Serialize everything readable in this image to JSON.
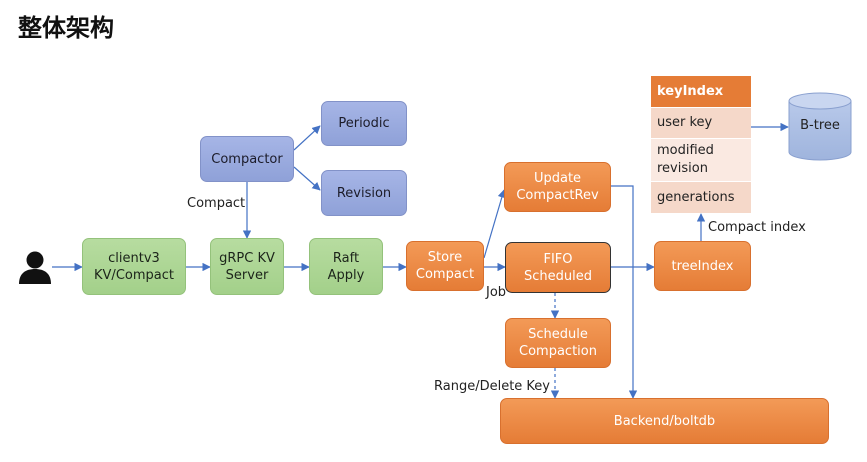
{
  "title": "整体架构",
  "nodes": {
    "compactor": "Compactor",
    "periodic": "Periodic",
    "revision": "Revision",
    "client": "clientv3\nKV/Compact",
    "grpc": "gRPC KV\nServer",
    "raft": "Raft\nApply",
    "store": "Store\nCompact",
    "update": "Update\nCompactRev",
    "fifo": "FIFO\nScheduled",
    "schedule": "Schedule\nCompaction",
    "backend": "Backend/boltdb",
    "treeindex": "treeIndex",
    "btree": "B-tree"
  },
  "keyindex": {
    "header": "keyIndex",
    "fields": [
      "user key",
      "modified\nrevision",
      "generations"
    ]
  },
  "edge_labels": {
    "compact": "Compact",
    "job": "Job",
    "range_delete": "Range/Delete Key",
    "compact_index": "Compact index"
  },
  "colors": {
    "purple": "#8fa1d8",
    "green": "#a3d08a",
    "orange": "#e57c36",
    "arrow": "#4472c4"
  }
}
